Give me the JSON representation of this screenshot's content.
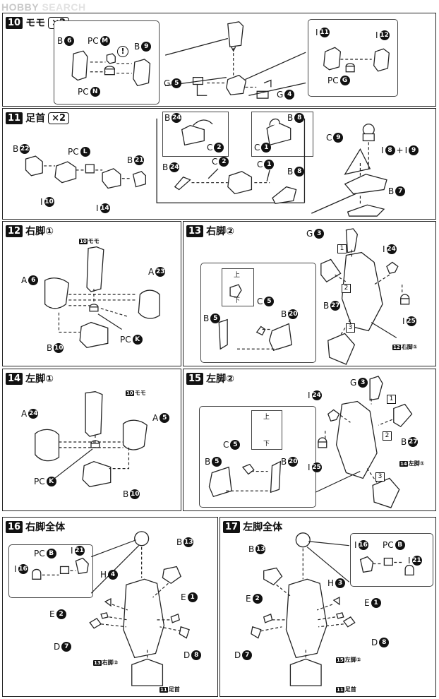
{
  "watermark": {
    "brand": "HOBBY",
    "suffix": "SEARCH"
  },
  "steps": [
    {
      "num": "10",
      "title": "モモ",
      "mult": "×2"
    },
    {
      "num": "11",
      "title": "足首",
      "mult": "×2"
    },
    {
      "num": "12",
      "title": "右脚①"
    },
    {
      "num": "13",
      "title": "右脚②"
    },
    {
      "num": "14",
      "title": "左脚①"
    },
    {
      "num": "15",
      "title": "左脚②"
    },
    {
      "num": "16",
      "title": "右脚全体"
    },
    {
      "num": "17",
      "title": "左脚全体"
    }
  ],
  "labels": {
    "B": "B",
    "PC": "PC",
    "G": "G",
    "I": "I",
    "C": "C",
    "A": "A",
    "H": "H",
    "E": "E",
    "D": "D",
    "n6": "6",
    "nM": "M",
    "nN": "N",
    "n9": "9",
    "n5": "5",
    "n4": "4",
    "n11": "11",
    "n12": "12",
    "nG": "G",
    "n24": "24",
    "n2": "2",
    "n8": "8",
    "n1": "1",
    "n22": "22",
    "nL": "L",
    "n10": "10",
    "n21": "21",
    "n14": "14",
    "n7": "7",
    "n23": "23",
    "nK": "K",
    "n3": "3",
    "n27": "27",
    "n25": "25",
    "n20": "20",
    "n13": "13",
    "n16": "16",
    "nB": "B",
    "plus": "+",
    "exclaim": "!",
    "up": "上",
    "down": "下",
    "sq1": "1",
    "sq2": "2",
    "sq3": "3"
  },
  "refs": {
    "momo": "モモ",
    "right1": "右脚①",
    "left1": "左脚①",
    "right2": "右脚②",
    "left2": "左脚②",
    "ashikubi": "足首"
  }
}
